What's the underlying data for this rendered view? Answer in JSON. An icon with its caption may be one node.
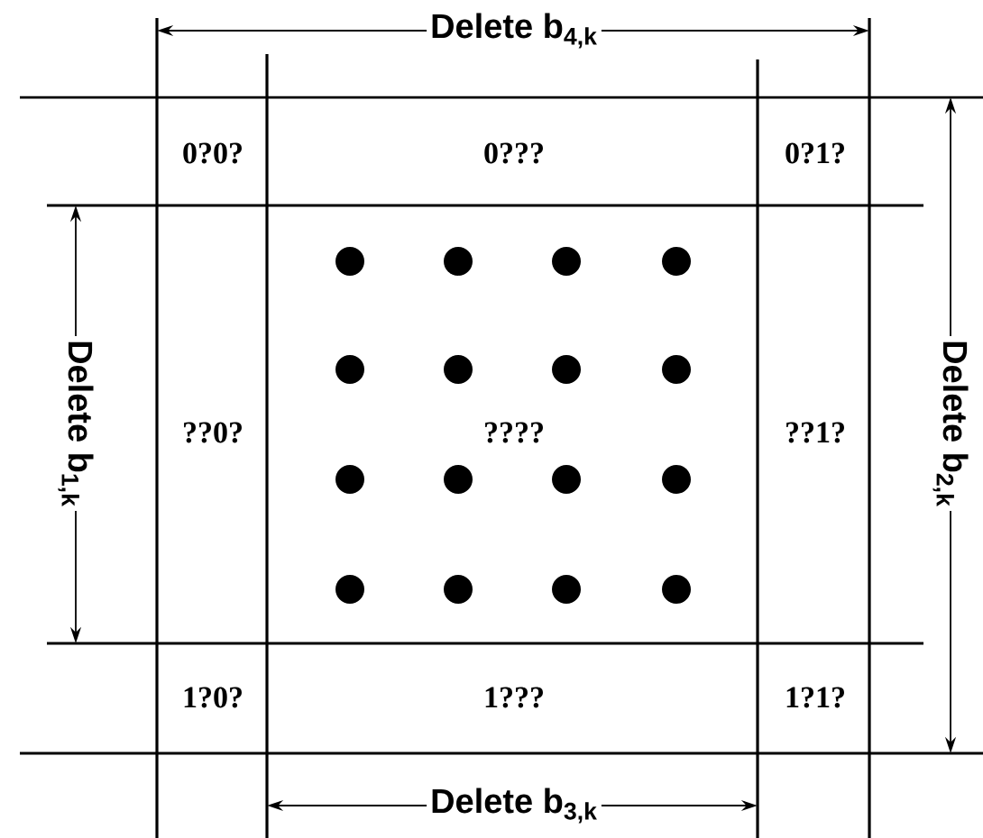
{
  "diagram": {
    "labels": [
      "Delete b$_{4,k}$",
      "0?0?",
      "0???",
      "0?1?",
      "Delete b$_{1,k}$",
      "??0?",
      "????",
      "??1?",
      "Delete b$_{2,k}$",
      "1?0?",
      "1???",
      "1?1?",
      "Delete b$_{3,k}$"
    ]
  }
}
